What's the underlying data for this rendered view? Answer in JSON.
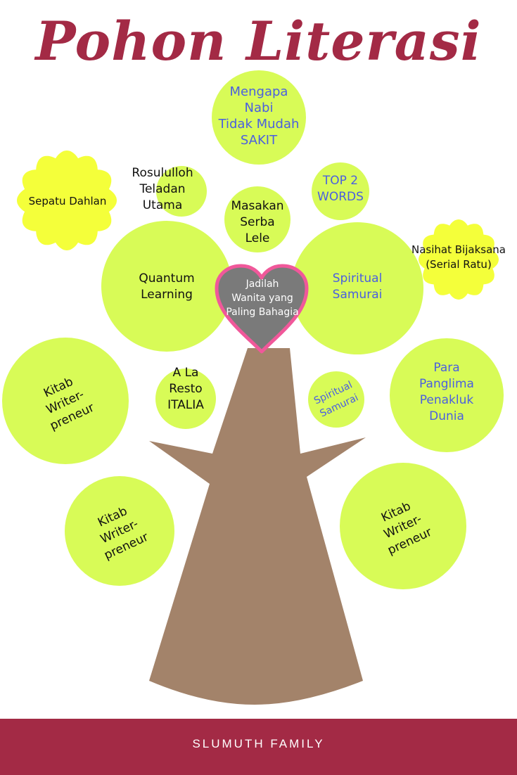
{
  "title": "Pohon Literasi",
  "footer": "SLUMUTH FAMILY",
  "colors": {
    "title": "#a32a45",
    "leaf": "#d8fb57",
    "flower": "#f4ff3a",
    "trunk": "#a3836a",
    "heart_fill": "#7a7a7a",
    "heart_border": "#f0589a",
    "text_dark": "#111111",
    "text_blue": "#4a5fe0",
    "footer_bg": "#a32a45"
  },
  "nodes": {
    "mengapa_nabi": "Mengapa\nNabi\nTidak Mudah\nSAKIT",
    "rosululloh": "Rosululloh\nTeladan\nUtama",
    "top2words": "TOP 2\nWORDS",
    "masakan": "Masakan\nSerba\nLele",
    "sepatu_dahlan": "Sepatu Dahlan",
    "nasihat": "Nasihat Bijaksana\n(Serial Ratu)",
    "quantum": "Quantum\nLearning",
    "spiritual_big": "Spiritual\nSamurai",
    "heart": "Jadilah\nWanita yang\nPaling Bahagia",
    "kitab_left": "Kitab\nWriter-\npreneur",
    "alaresto": "A La\nResto\nITALIA",
    "spiritual_small": "Spiritual\nSamurai",
    "para_panglima": "Para\nPanglima\nPenakluk\nDunia",
    "kitab_bottom_left": "Kitab\nWriter-\npreneur",
    "kitab_bottom_right": "Kitab\nWriter-\npreneur"
  }
}
